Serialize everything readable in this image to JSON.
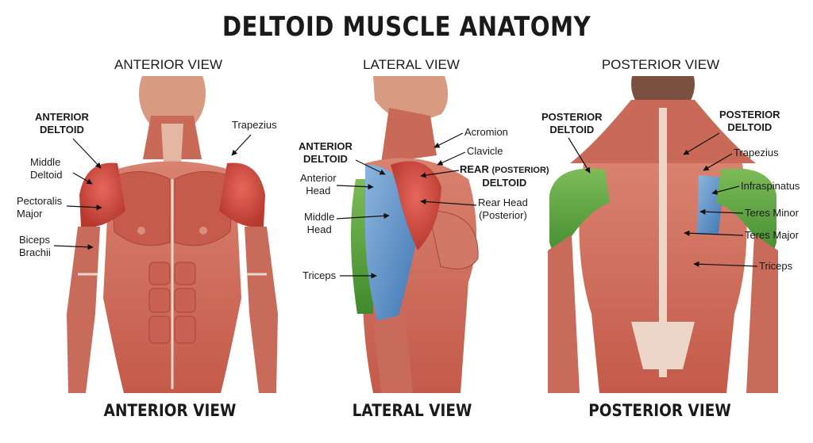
{
  "title": "DELTOID MUSCLE ANATOMY",
  "panels": {
    "anterior": {
      "header": "ANTERIOR VIEW",
      "footer": "ANTERIOR VIEW",
      "labels": {
        "anterior_deltoid_1": "ANTERIOR",
        "anterior_deltoid_2": "DELTOID",
        "middle_deltoid_1": "Middle",
        "middle_deltoid_2": "Deltoid",
        "pectoralis_1": "Pectoralis",
        "pectoralis_2": "Major",
        "biceps_1": "Biceps",
        "biceps_2": "Brachii",
        "trapezius": "Trapezius"
      }
    },
    "lateral": {
      "header": "LATERAL VIEW",
      "footer": "LATERAL VIEW",
      "labels": {
        "anterior_deltoid_1": "ANTERIOR",
        "anterior_deltoid_2": "DELTOID",
        "anterior_head_1": "Anterior",
        "anterior_head_2": "Head",
        "middle_head_1": "Middle",
        "middle_head_2": "Head",
        "triceps": "Triceps",
        "acromion": "Acromion",
        "clavicle": "Clavicle",
        "rear_deltoid_main": "REAR",
        "rear_deltoid_paren": "(POSTERIOR)",
        "rear_deltoid_2": "DELTOID",
        "rear_head_1": "Rear Head",
        "rear_head_2": "(Posterior)"
      }
    },
    "posterior": {
      "header": "POSTERIOR VIEW",
      "footer": "POSTERIOR VIEW",
      "labels": {
        "posterior_deltoid_left_1": "POSTERIOR",
        "posterior_deltoid_left_2": "DELTOID",
        "posterior_deltoid_right_1": "POSTERIOR",
        "posterior_deltoid_right_2": "DELTOID",
        "trapezius": "Trapezius",
        "infraspinatus": "Infraspinatus",
        "teres_minor": "Teres Minor",
        "teres_major": "Teres Major",
        "triceps": "Triceps"
      }
    }
  },
  "colors": {
    "muscle": "#c9574a",
    "muscle_light": "#e2a391",
    "deltoid_red": "#d94b3f",
    "blue_highlight": "#5b8fc9",
    "green_highlight": "#5a9e3c",
    "tendon": "#f1ddd0",
    "background": "#ffffff"
  }
}
